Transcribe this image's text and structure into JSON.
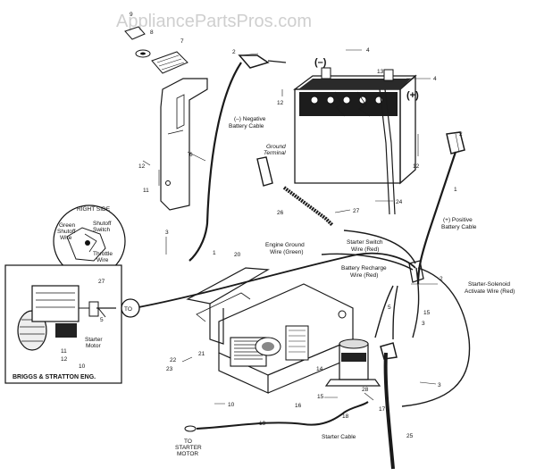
{
  "watermark": "AppliancePartsPros.com",
  "polarity": {
    "negative": "(–)",
    "positive": "(+)"
  },
  "labels": {
    "neg_cable_1": "(–) Negative",
    "neg_cable_2": "Battery Cable",
    "ground_terminal_1": "Ground",
    "ground_terminal_2": "Terminal",
    "engine_ground_1": "Engine Ground",
    "engine_ground_2": "Wire (Green)",
    "starter_switch_1": "Starter Switch",
    "starter_switch_2": "Wire (Red)",
    "pos_cable_1": "(+) Positive",
    "pos_cable_2": "Battery Cable",
    "recharge_1": "Battery Recharge",
    "recharge_2": "Wire (Red)",
    "solenoid_1": "Starter-Solenoid",
    "solenoid_2": "Activate Wire (Red)",
    "right_side": "RIGHT SIDE",
    "green_shutoff_1": "Green",
    "green_shutoff_2": "Shutoff",
    "green_shutoff_3": "Wire",
    "shutoff_switch_1": "Shutoff",
    "shutoff_switch_2": "Switch",
    "throttle_1": "Throttle",
    "throttle_2": "Wire",
    "starter_motor_1": "Starter",
    "starter_motor_2": "Motor",
    "to": "TO",
    "to_starter_1": "TO",
    "to_starter_2": "STARTER",
    "to_starter_3": "MOTOR",
    "starter_cable": "Starter Cable",
    "engine_box": "BRIGGS & STRATTON ENG."
  },
  "callouts": {
    "n1": "1",
    "n2a": "2",
    "n2b": "2",
    "n2c": "2",
    "n3a": "3",
    "n3b": "3",
    "n4a": "4",
    "n4b": "4",
    "n5": "5",
    "n6": "6",
    "n7": "7",
    "n8": "8",
    "n9": "9",
    "n10a": "10",
    "n10b": "10",
    "n11a": "11",
    "n11b": "11",
    "n12a": "12",
    "n12b": "12",
    "n12c": "12",
    "n13": "13",
    "n14": "14",
    "n15a": "15",
    "n15b": "15",
    "n16": "16",
    "n17": "17",
    "n18": "18",
    "n19": "19",
    "n20": "20",
    "n21": "21",
    "n22": "22",
    "n23": "23",
    "n24": "24",
    "n25": "25",
    "n26": "26",
    "n27a": "27",
    "n27b": "27",
    "n28": "28"
  }
}
